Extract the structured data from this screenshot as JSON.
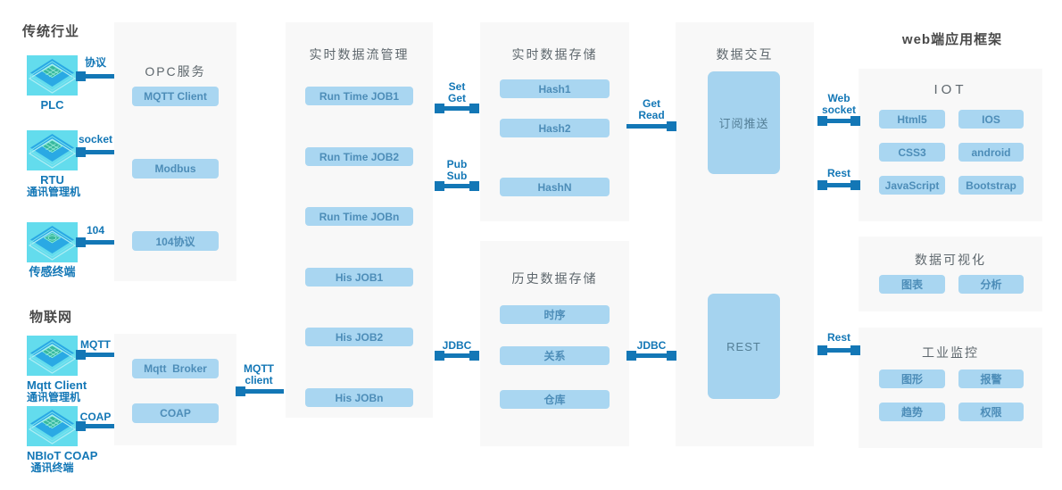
{
  "page": {
    "traditional_label": "传统行业",
    "iot_label": "物联网",
    "web_title": "web端应用框架"
  },
  "devices": [
    {
      "arrow": "协议",
      "lines": [
        "PLC"
      ]
    },
    {
      "arrow": "socket",
      "lines": [
        "RTU",
        "通讯管理机"
      ]
    },
    {
      "arrow": "104",
      "lines": [
        "传感终端"
      ]
    },
    {
      "arrow": "MQTT",
      "lines": [
        "Mqtt Client",
        "通讯管理机"
      ]
    },
    {
      "arrow": "COAP",
      "lines": [
        "NBIoT COAP",
        "通讯终端"
      ]
    }
  ],
  "panels": {
    "opc": {
      "title": "OPC服务",
      "chips": [
        "MQTT Client",
        "Modbus",
        "104协议"
      ]
    },
    "gateway": {
      "chips": [
        "Mqtt  Broker",
        "COAP"
      ]
    },
    "stream": {
      "title": "实时数据流管理",
      "chips": [
        "Run Time JOB1",
        "Run Time JOB2",
        "Run Time JOBn",
        "His JOB1",
        "His JOB2",
        "His JOBn"
      ]
    },
    "realtime_store": {
      "title": "实时数据存储",
      "chips": [
        "Hash1",
        "Hash2",
        "HashN"
      ]
    },
    "history_store": {
      "title": "历史数据存储",
      "chips": [
        "时序",
        "关系",
        "仓库"
      ]
    },
    "exchange": {
      "title": "数据交互",
      "box1": "订阅推送",
      "box2": "REST"
    },
    "iot": {
      "title": "IOT",
      "chips": [
        "Html5",
        "IOS",
        "CSS3",
        "android",
        "JavaScript",
        "Bootstrap"
      ]
    },
    "viz": {
      "title": "数据可视化",
      "chips": [
        "图表",
        "分析"
      ]
    },
    "monitor": {
      "title": "工业监控",
      "chips": [
        "图形",
        "报警",
        "趋势",
        "权限"
      ]
    }
  },
  "connectors": {
    "set_get": "Set\nGet",
    "pub_sub": "Pub\nSub",
    "get_read": "Get\nRead",
    "jdbc_left": "JDBC",
    "jdbc_right": "JDBC",
    "mqtt_client": "MQTT\nclient",
    "web_socket": "Web\nsocket",
    "rest_top": "Rest",
    "rest_bottom": "Rest"
  },
  "colors": {
    "accent": "#1377b6",
    "chip_bg": "#a9d6f1",
    "chip_text": "#4d8db8",
    "panel_bg": "#f8f8f8",
    "box_bg": "#a5d3ef",
    "box_text": "#537e96",
    "title_color": "#5e676d",
    "label_dark": "#4a4a4a",
    "icon_bg": "#63dced",
    "icon_diamond": "#2aa9e4",
    "icon_chip": "#38b89e"
  }
}
